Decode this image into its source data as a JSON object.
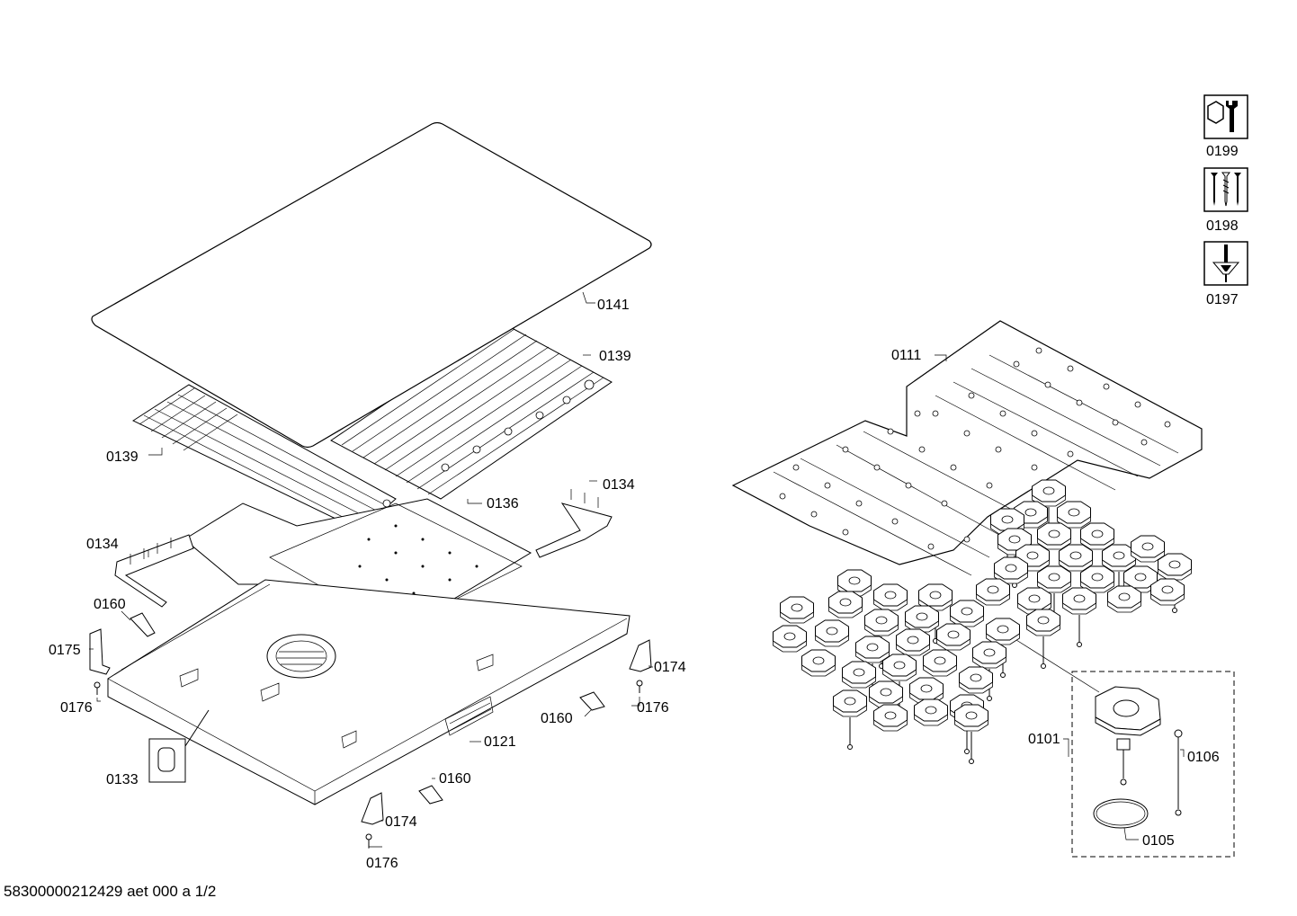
{
  "document_id": "58300000212429 aet 000 a 1/2",
  "tool_icons": [
    {
      "icon": "wrench-nut-icon",
      "label": "0199"
    },
    {
      "icon": "screws-icon",
      "label": "0198"
    },
    {
      "icon": "screwdriver-icon",
      "label": "0197"
    }
  ],
  "labels": {
    "p0141": "0141",
    "p0139_top": "0139",
    "p0139_left": "0139",
    "p0136": "0136",
    "p0134_right": "0134",
    "p0134_left": "0134",
    "p0160_left": "0160",
    "p0175": "0175",
    "p0176_left": "0176",
    "p0174_right": "0174",
    "p0176_right": "0176",
    "p0160_mid": "0160",
    "p0121": "0121",
    "p0133": "0133",
    "p0160_bottom": "0160",
    "p0174_bottom": "0174",
    "p0176_bottom": "0176",
    "p0111": "0111",
    "p0101": "0101",
    "p0106": "0106",
    "p0105": "0105"
  }
}
